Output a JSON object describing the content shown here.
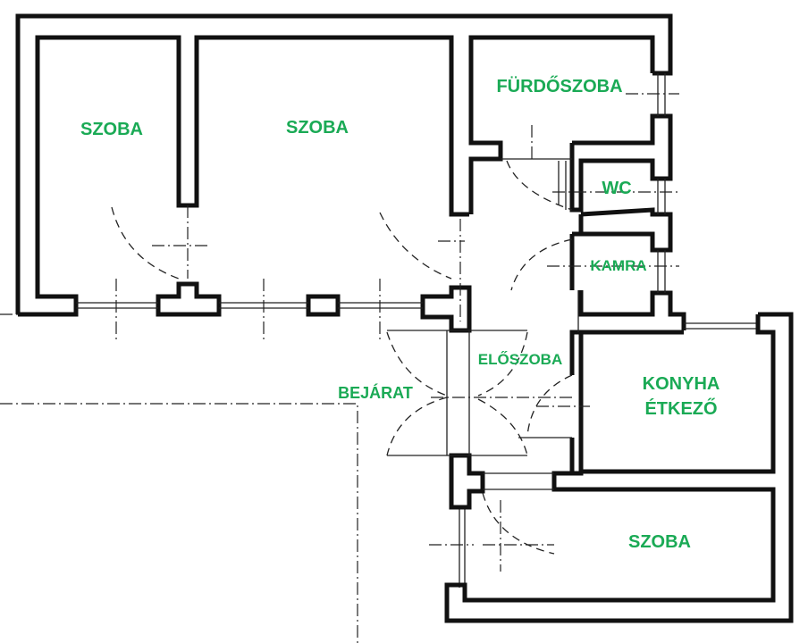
{
  "title": "Floor plan",
  "colors": {
    "label": "#1aaa55",
    "wall": "#111111"
  },
  "rooms": {
    "szoba_1": "SZOBA",
    "szoba_2": "SZOBA",
    "furdoszoba": "FÜRDŐSZOBA",
    "wc": "WC",
    "kamra": "KAMRA",
    "eloszoba": "ELŐSZOBA",
    "bejarat": "BEJÁRAT",
    "konyha": "KONYHA",
    "etkezo": "ÉTKEZŐ",
    "szoba_3": "SZOBA"
  }
}
